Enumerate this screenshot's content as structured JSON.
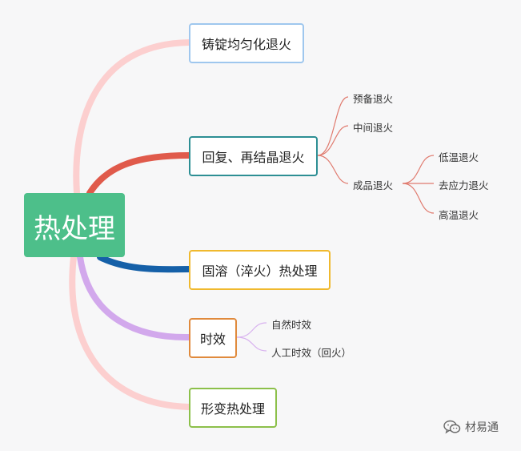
{
  "root": {
    "label": "热处理",
    "color": "#4dbf8a"
  },
  "branches": [
    {
      "label": "铸锭均匀化退火",
      "border": "#9fc7ee",
      "line": "#fccfcf",
      "children": []
    },
    {
      "label": "回复、再结晶退火",
      "border": "#2d8f94",
      "line": "#e05a4b",
      "children": [
        {
          "label": "预备退火",
          "children": []
        },
        {
          "label": "中间退火",
          "children": []
        },
        {
          "label": "成品退火",
          "children": [
            {
              "label": "低温退火"
            },
            {
              "label": "去应力退火"
            },
            {
              "label": "高温退火"
            }
          ]
        }
      ]
    },
    {
      "label": "固溶（淬火）热处理",
      "border": "#f0b92e",
      "line": "#1560a8",
      "children": []
    },
    {
      "label": "时效",
      "border": "#e08a3c",
      "line": "#d2a8ec",
      "children": [
        {
          "label": "自然时效"
        },
        {
          "label": "人工时效（回火）"
        }
      ]
    },
    {
      "label": "形变热处理",
      "border": "#8cc04a",
      "line": "#fccfcf",
      "children": []
    }
  ],
  "watermark": {
    "text": "材易通",
    "icon": "wechat-icon"
  }
}
